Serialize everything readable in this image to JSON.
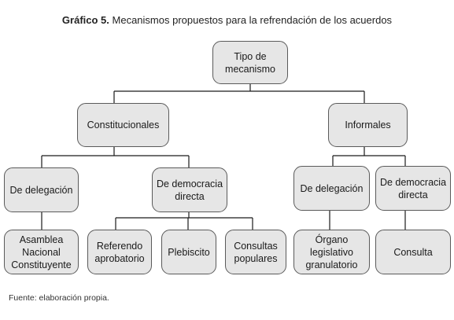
{
  "figure": {
    "label": "Gráfico 5.",
    "title": "Mecanismos propuestos para la refrendación de los acuerdos"
  },
  "nodes": {
    "root": "Tipo de\nmecanismo",
    "constitucionales": "Constitucionales",
    "informales": "Informales",
    "delegacion_const": "De delegación",
    "democracia_const": "De democracia\ndirecta",
    "delegacion_inf": "De delegación",
    "democracia_inf": "De democracia\ndirecta",
    "asamblea": "Asamblea\nNacional\nConstituyente",
    "referendo": "Referendo\naprobatorio",
    "plebiscito": "Plebiscito",
    "consultas": "Consultas\npopulares",
    "organo": "Órgano\nlegislativo\ngranulatorio",
    "consulta": "Consulta"
  },
  "source": "Fuente: elaboración propia."
}
